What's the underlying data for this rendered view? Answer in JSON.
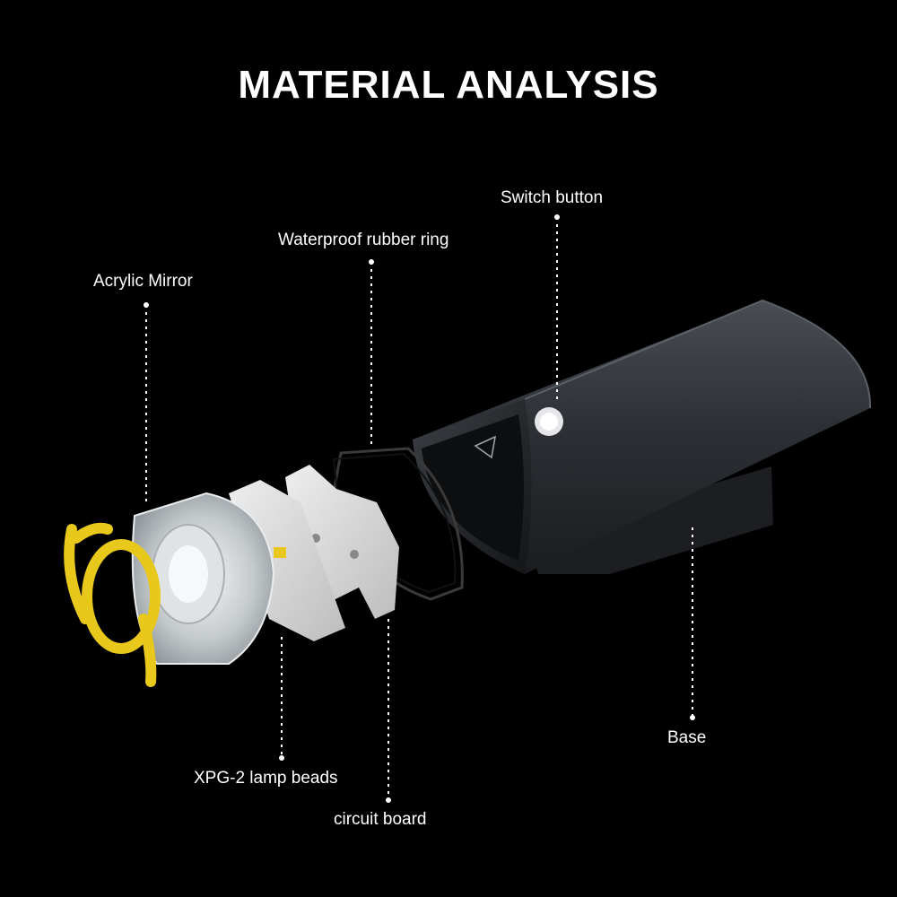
{
  "title": "MATERIAL ANALYSIS",
  "labels": {
    "switch_button": "Switch button",
    "waterproof_ring": "Waterproof rubber ring",
    "acrylic_mirror": "Acrylic Mirror",
    "base": "Base",
    "lamp_beads": "XPG-2  lamp beads",
    "circuit_board": "circuit board"
  },
  "colors": {
    "background": "#000000",
    "text": "#ffffff",
    "housing": "#2b2e32",
    "clip": "#e8c81a",
    "plate": "#d9d9d9",
    "lens": "#cfd3d6"
  }
}
